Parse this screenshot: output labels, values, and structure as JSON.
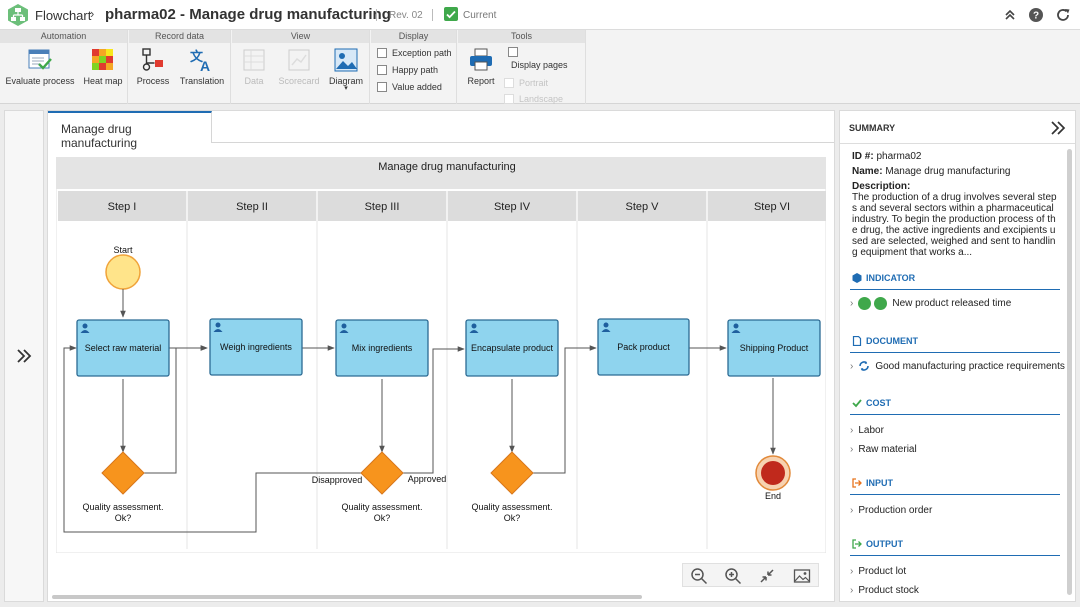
{
  "header": {
    "app_name": "Flowchart",
    "breadcrumb_sep": "›",
    "title": "pharma02 - Manage drug manufacturing",
    "revision": "Rev. 02",
    "status": "Current"
  },
  "ribbon": {
    "groups": {
      "automation": "Automation",
      "record": "Record data",
      "view": "View",
      "display": "Display",
      "tools": "Tools"
    },
    "buttons": {
      "evaluate": "Evaluate process",
      "heatmap": "Heat map",
      "process": "Process",
      "translation": "Translation",
      "data": "Data",
      "scorecard": "Scorecard",
      "diagram": "Diagram",
      "report": "Report"
    },
    "display": {
      "exception": "Exception path",
      "happy": "Happy path",
      "value": "Value added"
    },
    "tools": {
      "display_pages": "Display pages",
      "portrait": "Portrait",
      "landscape": "Landscape"
    }
  },
  "tab": {
    "label": "Manage drug manufacturing"
  },
  "diagram": {
    "title": "Manage drug manufacturing",
    "lanes": [
      "Step I",
      "Step II",
      "Step III",
      "Step IV",
      "Step V",
      "Step VI"
    ],
    "start_label": "Start",
    "end_label": "End",
    "tasks": [
      "Select raw material",
      "Weigh ingredients",
      "Mix ingredients",
      "Encapsulate product",
      "Pack product",
      "Shipping Product"
    ],
    "gateways": [
      {
        "line1": "Quality assessment.",
        "line2": "Ok?"
      },
      {
        "line1": "Quality assessment.",
        "line2": "Ok?"
      },
      {
        "line1": "Quality assessment.",
        "line2": "Ok?"
      }
    ],
    "disapproved": "Disapproved",
    "approved": "Approved"
  },
  "summary": {
    "title": "SUMMARY",
    "id_label": "ID #:",
    "id_value": "pharma02",
    "name_label": "Name:",
    "name_value": "Manage drug manufacturing",
    "desc_label": "Description:",
    "desc_value": "The production of a drug involves several steps and several sectors within a pharmaceutical industry. To begin the production process of the drug, the active ingredients and excipients used are selected, weighed and sent to handling equipment that works a...",
    "sections": {
      "indicator": "INDICATOR",
      "document": "DOCUMENT",
      "cost": "COST",
      "input": "INPUT",
      "output": "OUTPUT"
    },
    "indicator_item": "New product released time",
    "document_item": "Good manufacturing practice requirements",
    "cost_items": [
      "Labor",
      "Raw material"
    ],
    "input_items": [
      "Production order"
    ],
    "output_items": [
      "Product lot",
      "Product stock"
    ]
  },
  "colors": {
    "accent": "#1f6cb3",
    "task_fill": "#8fd4ee",
    "gateway": "#f7941d",
    "start": "#ffe48a",
    "end": "#c0291c",
    "current": "#3fa84b"
  }
}
